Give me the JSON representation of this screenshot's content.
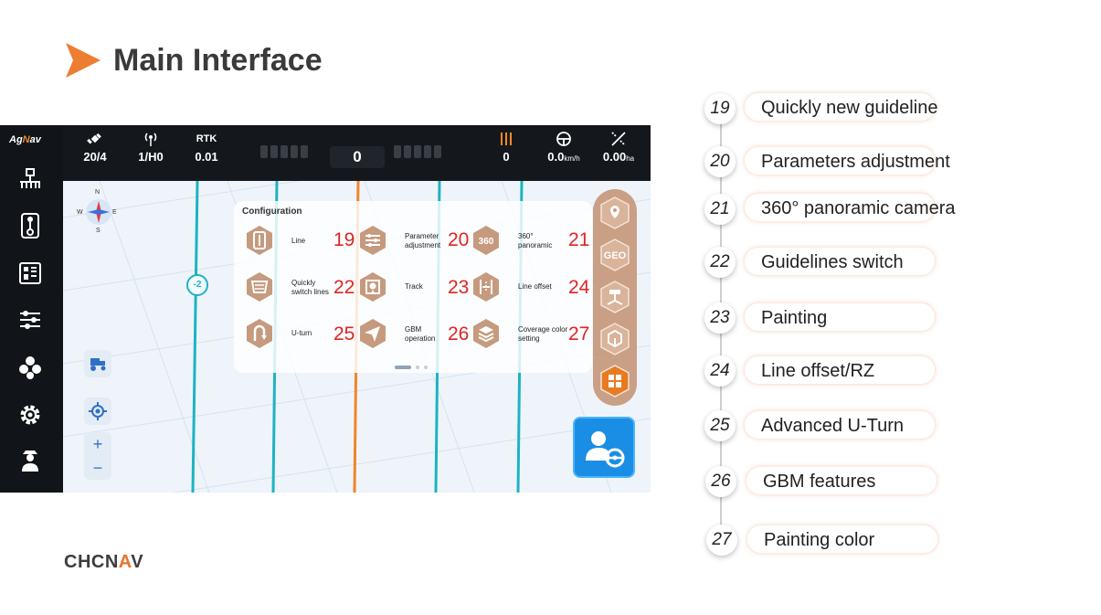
{
  "slide": {
    "title": "Main Interface",
    "logo_pre": "CHCN",
    "logo_a": "A",
    "logo_post": "V",
    "accent_color": "#ed7d31"
  },
  "app": {
    "brand_pre": "Ag",
    "brand_n": "N",
    "brand_post": "av",
    "sidebar_icons": [
      "implement-icon",
      "guideline-ab-icon",
      "field-manager-icon",
      "settings-sliders-icon",
      "modules-icon",
      "gear-icon",
      "operator-icon"
    ],
    "status": {
      "satellites": "20/4",
      "radio": "1/H0",
      "rtk_label": "RTK",
      "rtk_value": "0.01",
      "deviation": "0",
      "counter": "0",
      "speed": "0.0",
      "speed_unit": "km/h",
      "area": "0.00",
      "area_unit": "ha"
    },
    "compass": {
      "n": "N",
      "s": "S",
      "e": "E",
      "w": "W"
    },
    "line_badge": "-2",
    "config": {
      "title": "Configuration",
      "items": [
        {
          "label": "Line",
          "num": "19",
          "icon": "line-icon"
        },
        {
          "label": "Parameter adjustment",
          "num": "20",
          "icon": "parameter-icon"
        },
        {
          "label": "360° panoramic",
          "num": "21",
          "icon": "camera-360-icon"
        },
        {
          "label": "Quickly switch lines",
          "num": "22",
          "icon": "switch-lines-icon"
        },
        {
          "label": "Track",
          "num": "23",
          "icon": "track-icon"
        },
        {
          "label": "Line offset",
          "num": "24",
          "icon": "line-offset-icon"
        },
        {
          "label": "U-turn",
          "num": "25",
          "icon": "u-turn-icon"
        },
        {
          "label": "GBM operation",
          "num": "26",
          "icon": "gbm-icon"
        },
        {
          "label": "Coverage color setting",
          "num": "27",
          "icon": "coverage-color-icon"
        }
      ]
    },
    "right_panel": [
      "map-pin-icon",
      "GEO",
      "cross-section-icon",
      "box-icon",
      "config-grid-icon"
    ],
    "zoom_in": "+",
    "zoom_out": "−"
  },
  "legend": [
    {
      "num": "19",
      "label": "Quickly new guideline"
    },
    {
      "num": "20",
      "label": "Parameters adjustment"
    },
    {
      "num": "21",
      "label": "360° panoramic camera"
    },
    {
      "num": "22",
      "label": "Guidelines switch"
    },
    {
      "num": "23",
      "label": "Painting"
    },
    {
      "num": "24",
      "label": "Line offset/RZ"
    },
    {
      "num": "25",
      "label": "Advanced U-Turn"
    },
    {
      "num": "26",
      "label": "GBM features"
    },
    {
      "num": "27",
      "label": "Painting color"
    }
  ]
}
